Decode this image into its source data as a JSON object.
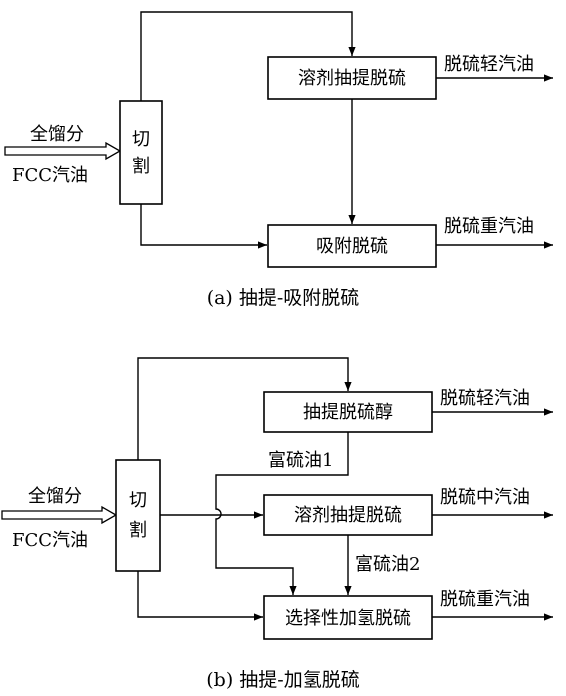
{
  "diagram_a": {
    "input_top": "全馏分",
    "input_bottom": "FCC汽油",
    "cut_line1": "切",
    "cut_line2": "割",
    "process_extract": "溶剂抽提脱硫",
    "process_adsorb": "吸附脱硫",
    "output_light": "脱硫轻汽油",
    "output_heavy": "脱硫重汽油",
    "caption": "(a) 抽提-吸附脱硫"
  },
  "diagram_b": {
    "input_top": "全馏分",
    "input_bottom": "FCC汽油",
    "cut_line1": "切",
    "cut_line2": "割",
    "process_mercaptan": "抽提脱硫醇",
    "process_extract": "溶剂抽提脱硫",
    "process_hydro": "选择性加氢脱硫",
    "rich_oil_1": "富硫油1",
    "rich_oil_2": "富硫油2",
    "output_light": "脱硫轻汽油",
    "output_middle": "脱硫中汽油",
    "output_heavy": "脱硫重汽油",
    "caption": "(b) 抽提-加氢脱硫"
  }
}
